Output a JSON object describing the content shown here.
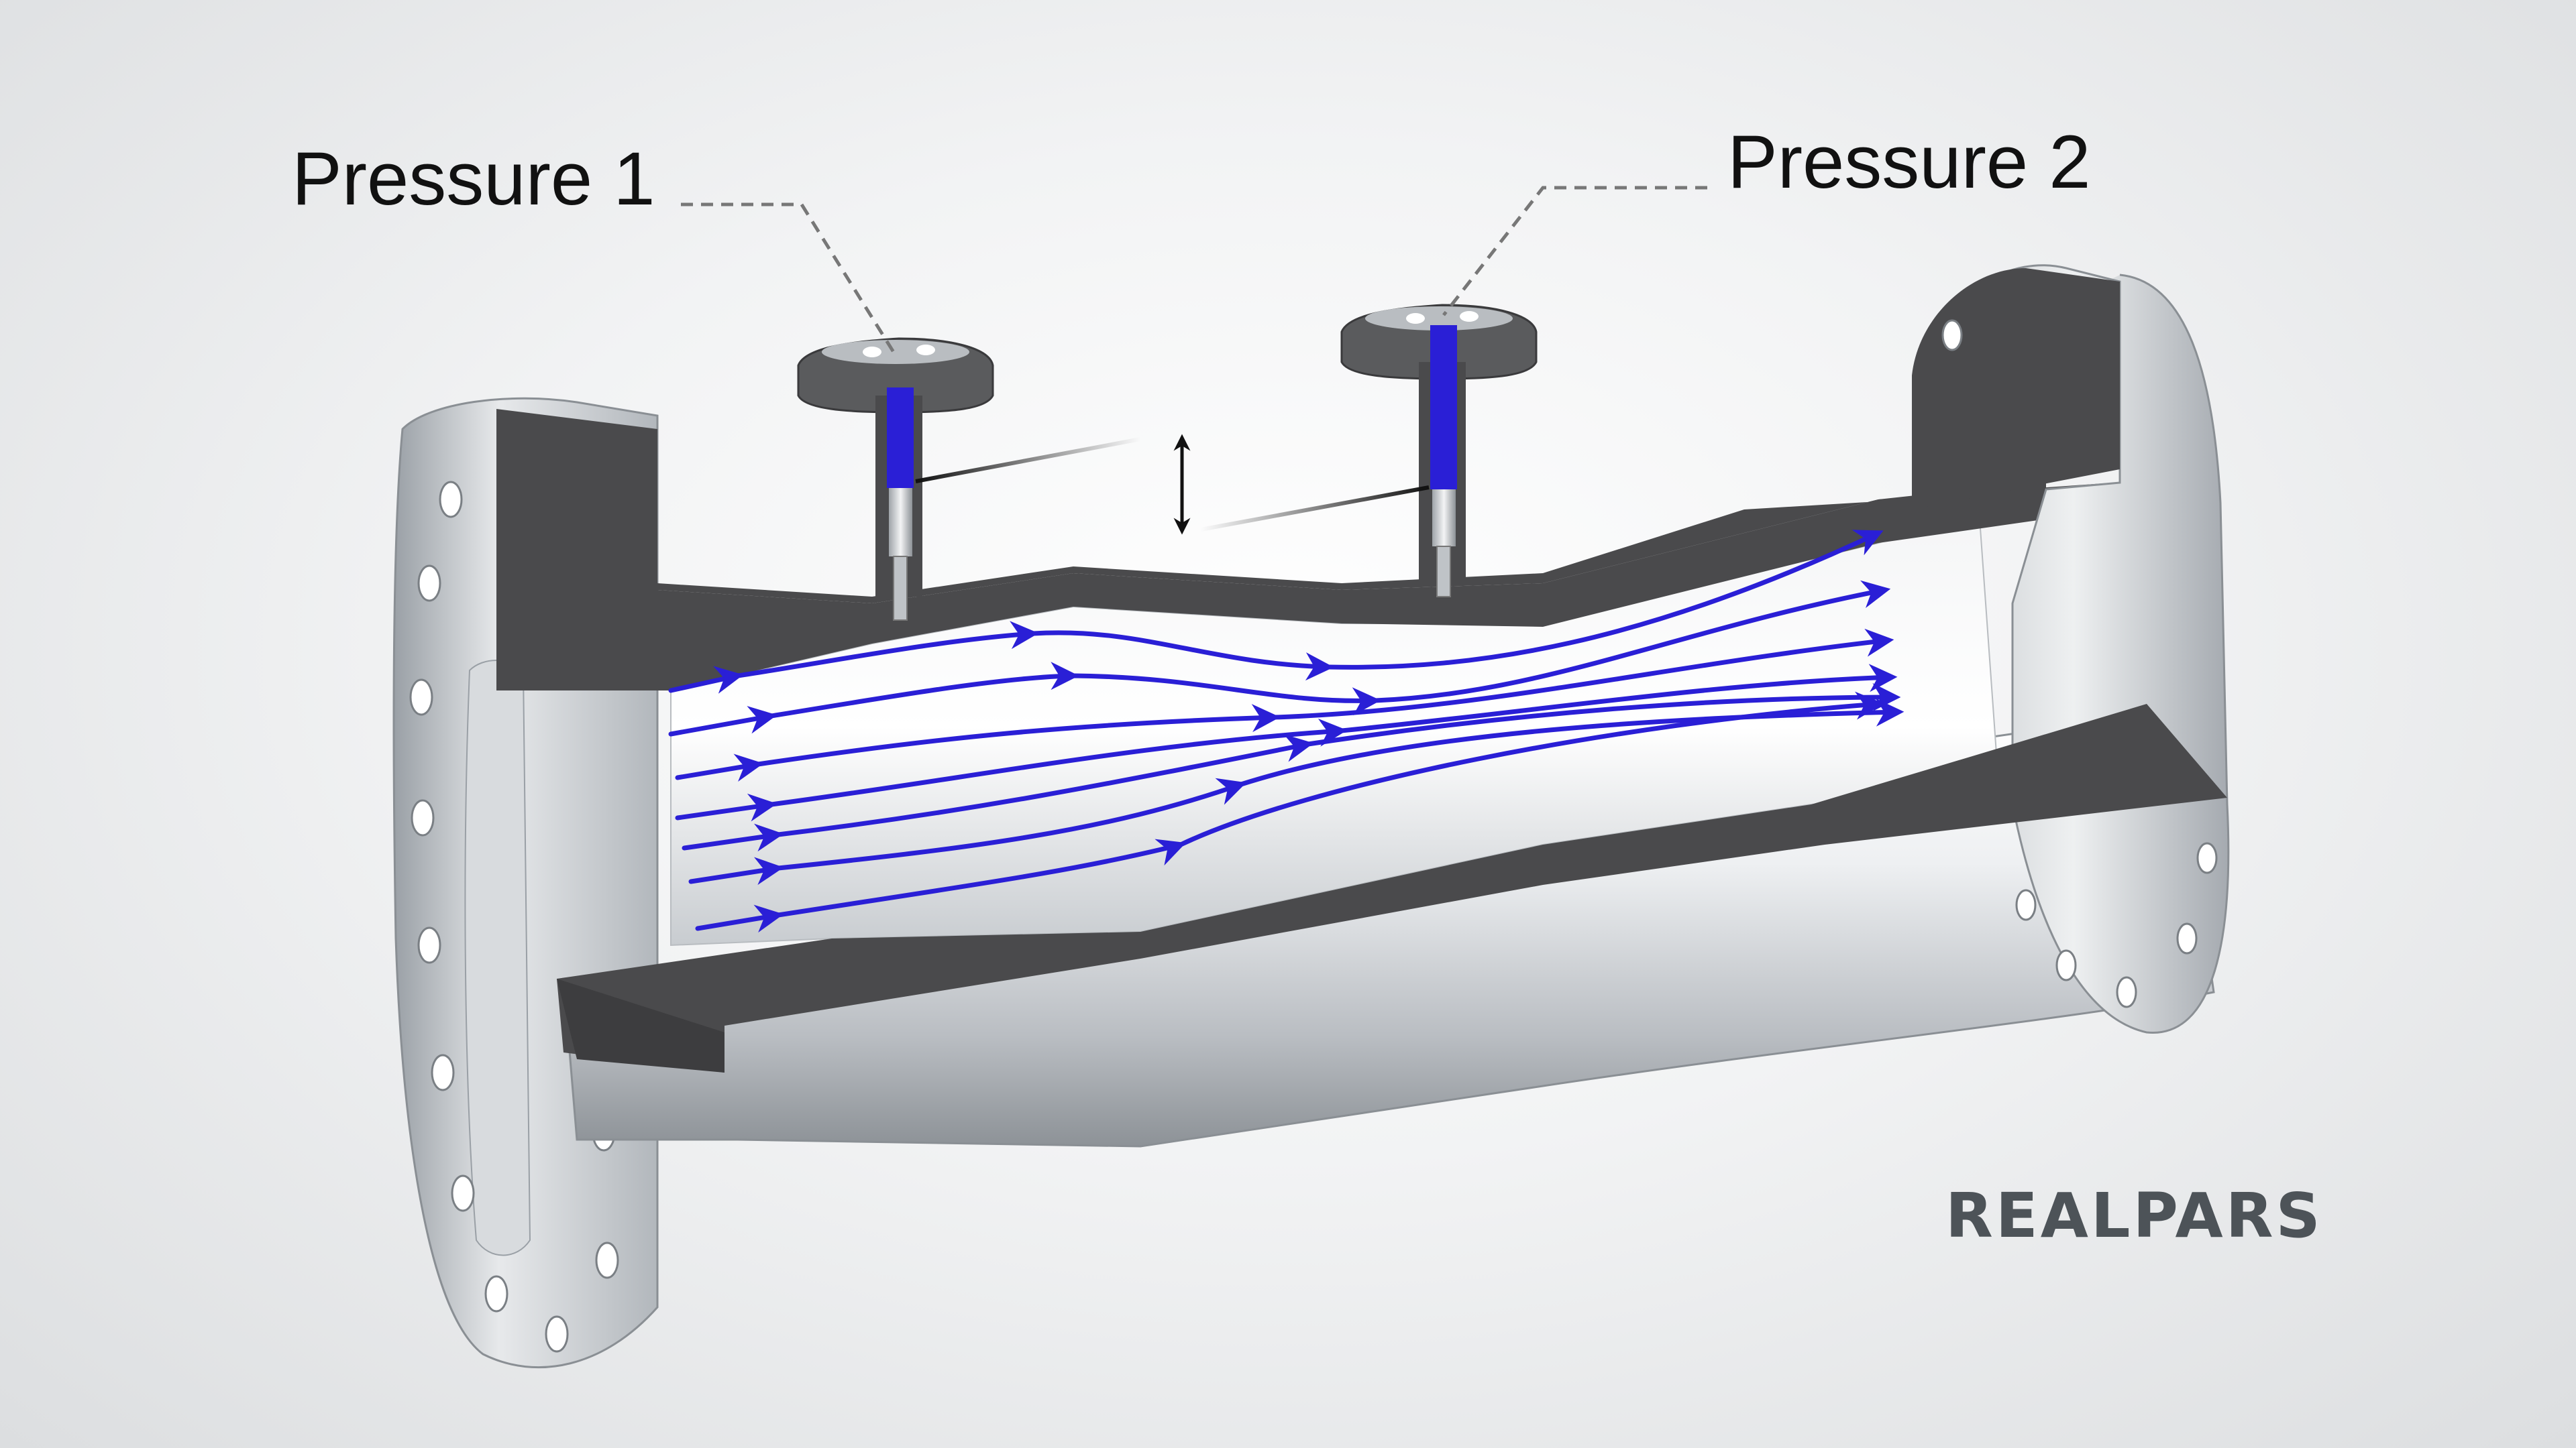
{
  "labels": {
    "pressure_1": "Pressure 1",
    "pressure_2": "Pressure 2"
  },
  "brand": {
    "text": "REALPARS"
  },
  "colors": {
    "flow_lines": "#2a1fd6",
    "tap_sensor": "#2a1fd6",
    "cut_face": "#4a4a4c",
    "brand_text": "#4d5358",
    "leader_lines": "#777777"
  },
  "icons": {
    "differential_marker": "double-arrow-vertical"
  }
}
